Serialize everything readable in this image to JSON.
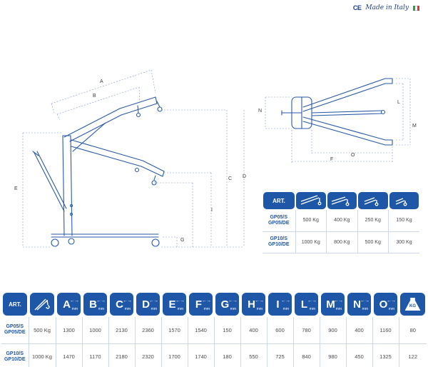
{
  "header": {
    "ce_mark": "CE",
    "made_in": "Made in Italy",
    "flag_colors": [
      "#2f9e44",
      "#ffffff",
      "#d93a3a"
    ]
  },
  "colors": {
    "line": "#2a5aa8",
    "dim": "#7a9bd0",
    "tile": "#1e56a8"
  },
  "drawing_labels": {
    "side": [
      "A",
      "B",
      "C",
      "D",
      "E",
      "G",
      "I"
    ],
    "top": [
      "L",
      "M",
      "N",
      "O",
      "F"
    ]
  },
  "capacity_table": {
    "header": "ART.",
    "positions": [
      "boom-position-1-icon",
      "boom-position-2-icon",
      "boom-position-3-icon",
      "boom-position-4-icon"
    ],
    "rows": [
      {
        "model": "GP05/S GP05/DE",
        "values": [
          "500 Kg",
          "400 Kg",
          "250 Kg",
          "150 Kg"
        ]
      },
      {
        "model": "GP10/S GP10/DE",
        "values": [
          "1000 Kg",
          "800 Kg",
          "500 Kg",
          "300 Kg"
        ]
      }
    ]
  },
  "dimension_table": {
    "header": "ART.",
    "unit": "mm",
    "columns": [
      "A",
      "B",
      "C",
      "D",
      "E",
      "F",
      "G",
      "H",
      "I",
      "L",
      "M",
      "N",
      "O"
    ],
    "weight_label": "KG",
    "rows": [
      {
        "model": "GP05/S GP05/DE",
        "capacity": "500 Kg",
        "values": [
          "1300",
          "1000",
          "2130",
          "2360",
          "1570",
          "1540",
          "150",
          "400",
          "600",
          "780",
          "900",
          "400",
          "1160"
        ],
        "weight": "80"
      },
      {
        "model": "GP10/S GP10/DE",
        "capacity": "1000 Kg",
        "values": [
          "1470",
          "1170",
          "2180",
          "2320",
          "1700",
          "1740",
          "180",
          "550",
          "725",
          "840",
          "980",
          "450",
          "1325"
        ],
        "weight": "122"
      }
    ]
  }
}
